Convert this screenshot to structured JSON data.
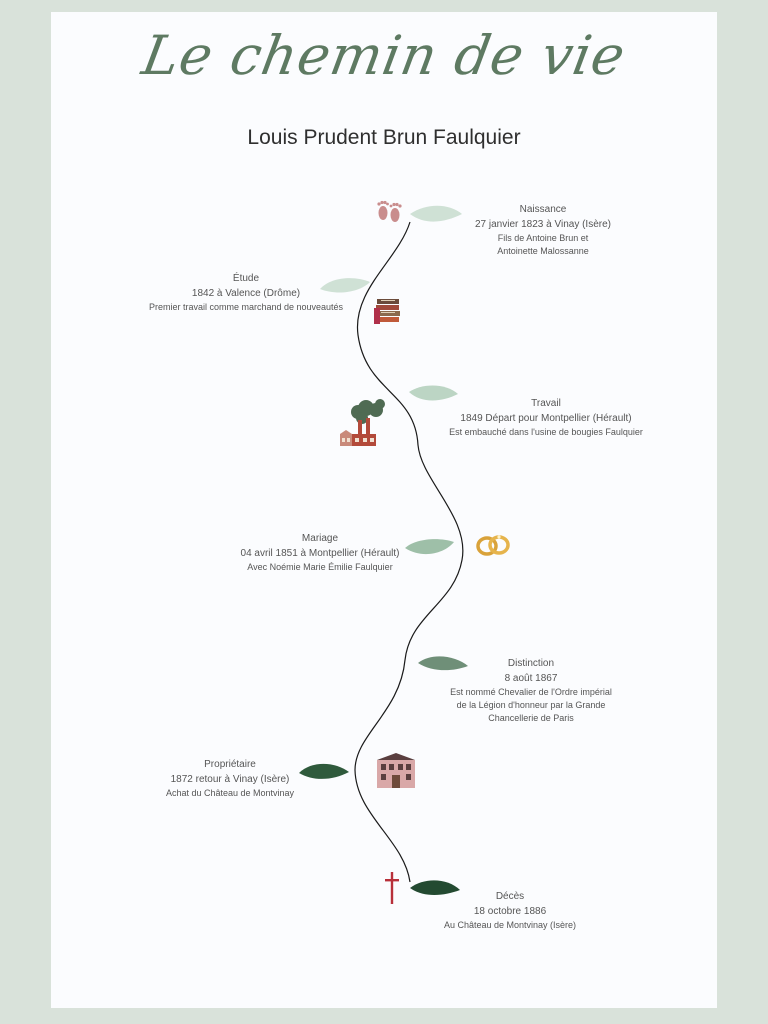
{
  "header": {
    "title": "Le chemin de vie",
    "subtitle": "Louis Prudent Brun Faulquier"
  },
  "colors": {
    "background": "#d9e2da",
    "sheet": "#fbfcfe",
    "title": "#5e7a62",
    "path": "#1a1a1a",
    "leaf_light": "#cfe1d5",
    "leaf_mid": "#9ebfa8",
    "leaf_dark": "#2f5a3c",
    "text": "#555555"
  },
  "events": [
    {
      "label": "Naissance",
      "date": "27 janvier 1823 à Vinay (Isère)",
      "details": [
        "Fils de Antoine Brun et",
        "Antoinette Malossanne"
      ],
      "icon": "baby-footprints-icon"
    },
    {
      "label": "Étude",
      "date": "1842 à Valence (Drôme)",
      "details": [
        "Premier travail comme marchand de nouveautés"
      ],
      "icon": "books-icon"
    },
    {
      "label": "Travail",
      "date": "1849 Départ pour Montpellier (Hérault)",
      "details": [
        "Est embauché dans l'usine de bougies Faulquier"
      ],
      "icon": "factory-icon"
    },
    {
      "label": "Mariage",
      "date": "04 avril 1851 à Montpellier (Hérault)",
      "details": [
        "Avec Noémie Marie Émilie Faulquier"
      ],
      "icon": "wedding-rings-icon"
    },
    {
      "label": "Distinction",
      "date": "8 août 1867",
      "details": [
        "Est nommé Chevalier de l'Ordre impérial",
        "de la Légion d'honneur par la Grande",
        "Chancellerie de Paris"
      ],
      "icon": "leaf-icon"
    },
    {
      "label": "Propriétaire",
      "date": "1872 retour à Vinay (Isère)",
      "details": [
        "Achat du Château de Montvinay"
      ],
      "icon": "chateau-icon"
    },
    {
      "label": "Décès",
      "date": "18 octobre 1886",
      "details": [
        "Au Château de Montvinay (Isère)"
      ],
      "icon": "cross-icon"
    }
  ]
}
